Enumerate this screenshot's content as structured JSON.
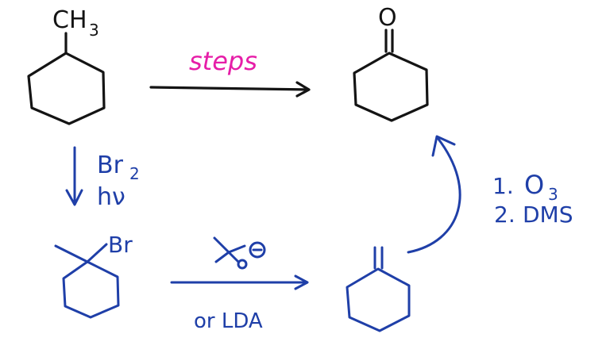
{
  "colors": {
    "black_ink": "#141414",
    "blue_ink": "#1f3fa8",
    "pink_ink": "#e61ea8"
  },
  "labels": {
    "methyl": "CH",
    "methyl_sub": "3",
    "steps": "steps",
    "bromine": "Br",
    "bromine_sub": "2",
    "light": "hν",
    "br_substituent": "Br",
    "lda": "or LDA",
    "step1_num": "1.",
    "step1_reagent": "O",
    "step1_sub": "3",
    "step2_num": "2.",
    "step2_reagent": "DMS",
    "ketone_o": "O",
    "base_charge": "⊖",
    "base_o": "O"
  }
}
